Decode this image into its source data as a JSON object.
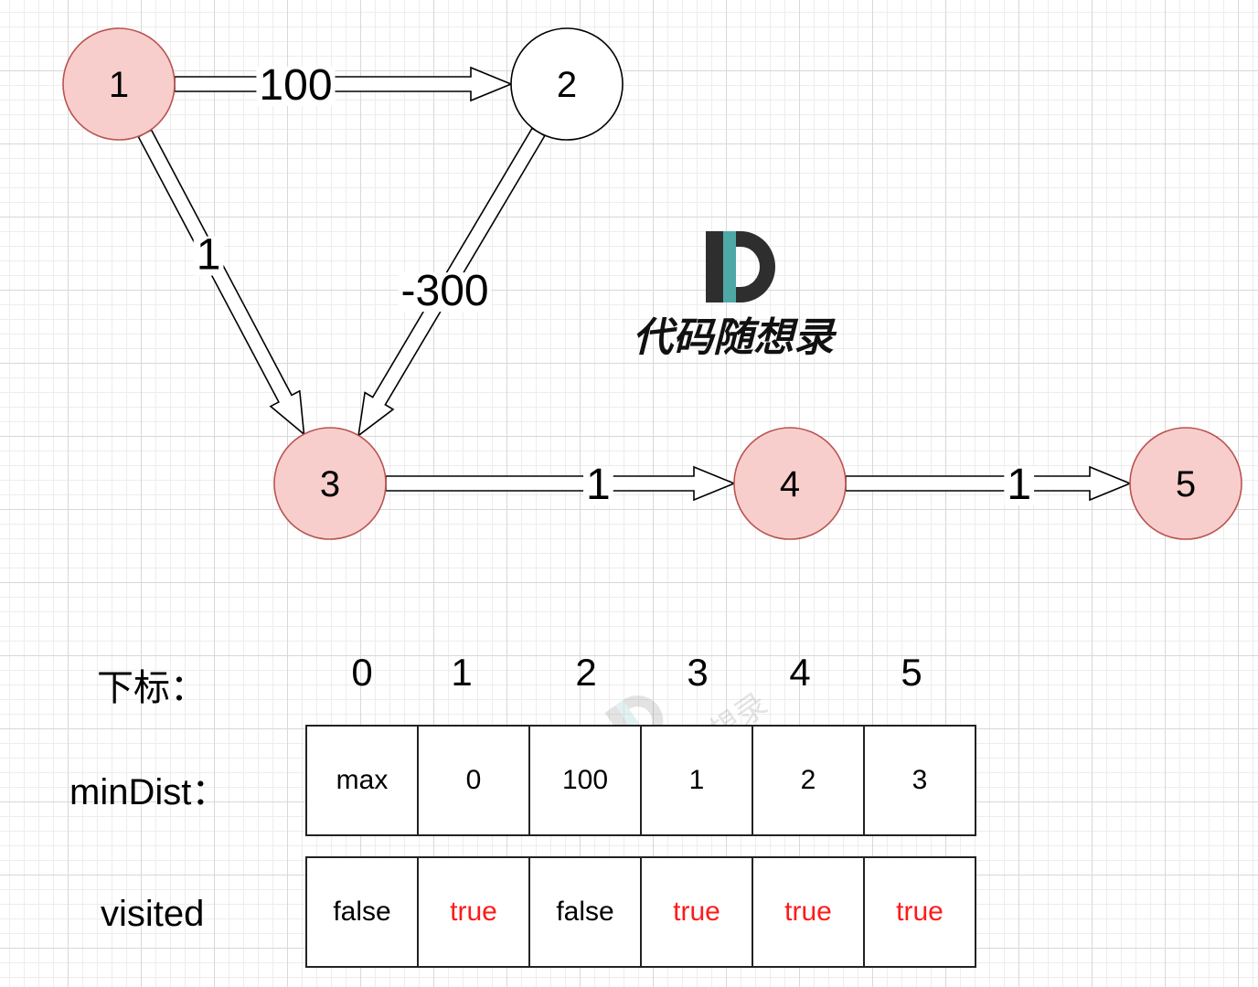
{
  "graph": {
    "nodes": [
      {
        "id": "1",
        "label": "1",
        "visited": true
      },
      {
        "id": "2",
        "label": "2",
        "visited": false
      },
      {
        "id": "3",
        "label": "3",
        "visited": true
      },
      {
        "id": "4",
        "label": "4",
        "visited": true
      },
      {
        "id": "5",
        "label": "5",
        "visited": true
      }
    ],
    "edges": [
      {
        "from": "1",
        "to": "2",
        "weight": "100"
      },
      {
        "from": "1",
        "to": "3",
        "weight": "1"
      },
      {
        "from": "2",
        "to": "3",
        "weight": "-300"
      },
      {
        "from": "3",
        "to": "4",
        "weight": "1"
      },
      {
        "from": "4",
        "to": "5",
        "weight": "1"
      }
    ],
    "colors": {
      "visited_fill": "#f8cecc",
      "visited_stroke": "#b85450",
      "unvisited_fill": "#ffffff",
      "unvisited_stroke": "#000000",
      "true_text": "#ff1a1a"
    }
  },
  "logo": {
    "text": "代码随想录"
  },
  "table": {
    "index_label": "下标：",
    "indices": [
      "0",
      "1",
      "2",
      "3",
      "4",
      "5"
    ],
    "mindist_label": "minDist：",
    "mindist": [
      "max",
      "0",
      "100",
      "1",
      "2",
      "3"
    ],
    "visited_label": "visited",
    "visited": [
      "false",
      "true",
      "false",
      "true",
      "true",
      "true"
    ]
  }
}
